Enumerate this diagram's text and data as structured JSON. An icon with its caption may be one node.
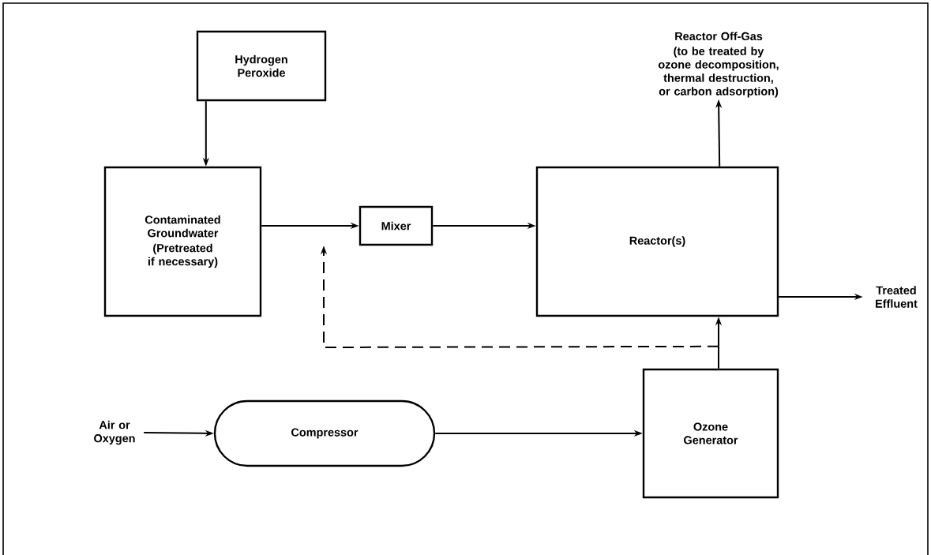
{
  "diagram": {
    "nodes": [
      {
        "text": [
          "Hydrogen Peroxide"
        ]
      },
      {
        "text": [
          "Contaminated Groundwater",
          "(Pretreated if necessary)"
        ]
      },
      {
        "text": [
          "Mixer"
        ]
      },
      {
        "text": [
          "Reactor(s)"
        ]
      },
      {
        "text": [
          "Ozone Generator"
        ]
      },
      {
        "text": [
          "Compressor"
        ]
      },
      {
        "text": [
          "Air or Oxygen"
        ]
      },
      {
        "text": [
          "Treated Effluent"
        ]
      },
      {
        "text": [
          "Reactor Off-Gas",
          "(to be treated by ozone decomposition, thermal destruction, or carbon adsorption)"
        ]
      }
    ],
    "edges": [
      {
        "from": 0,
        "to": 1,
        "arrow": "to"
      },
      {
        "from": 1,
        "to": 2,
        "arrow": "to"
      },
      {
        "from": 2,
        "to": 3,
        "arrow": "to"
      },
      {
        "from": 3,
        "to": 8,
        "arrow": "to"
      },
      {
        "from": 3,
        "to": 7,
        "arrow": "to"
      },
      {
        "from": 6,
        "to": 5,
        "arrow": "to"
      },
      {
        "from": 5,
        "to": 4,
        "arrow": "to"
      },
      {
        "from": 4,
        "to": 3,
        "arrow": "to"
      },
      {
        "from": 4,
        "to": 2,
        "arrow": "to",
        "style": "dashed"
      }
    ]
  }
}
